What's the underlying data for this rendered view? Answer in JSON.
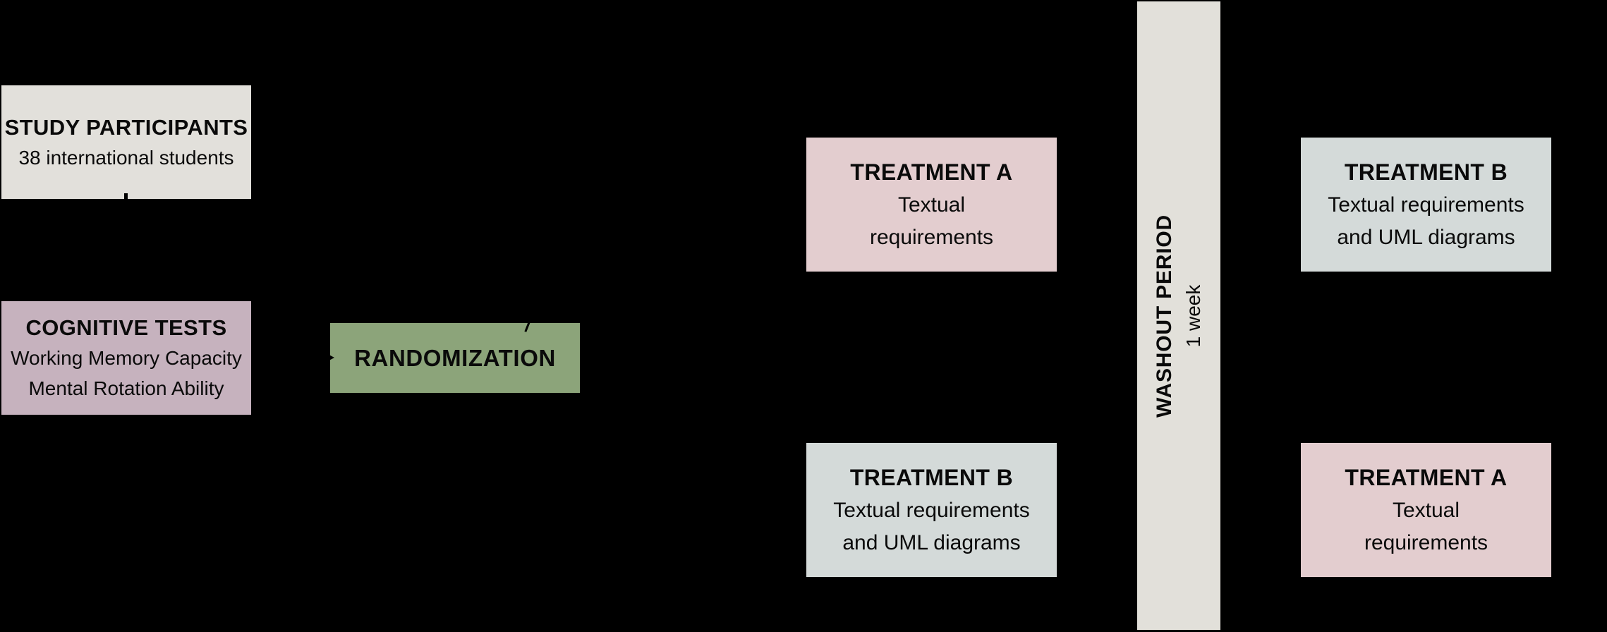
{
  "canvas": {
    "background": "#000000",
    "text_color": "#0a0a0a"
  },
  "diagram": {
    "description": "Crossover study design flow",
    "nodes": [
      {
        "id": "study-participants",
        "title": "STUDY PARTICIPANTS",
        "lines": [
          "38 international students"
        ],
        "bg": "#e2e0db"
      },
      {
        "id": "cognitive-tests",
        "title": "COGNITIVE TESTS",
        "lines": [
          "Working Memory Capacity",
          "Mental Rotation Ability"
        ],
        "bg": "#c6b2be"
      },
      {
        "id": "randomization",
        "title": "RANDOMIZATION",
        "lines": [],
        "bg": "#8ca47a"
      },
      {
        "id": "treatment-a-period1",
        "title": "TREATMENT A",
        "lines": [
          "Textual",
          "requirements"
        ],
        "bg": "#e3cdcf"
      },
      {
        "id": "treatment-b-period1",
        "title": "TREATMENT B",
        "lines": [
          "Textual requirements",
          "and UML diagrams"
        ],
        "bg": "#d4dad9"
      },
      {
        "id": "washout-period",
        "title": "WASHOUT PERIOD",
        "subtitle": "1 week",
        "bg": "#e2e0da"
      },
      {
        "id": "treatment-b-period2",
        "title": "TREATMENT B",
        "lines": [
          "Textual requirements",
          "and UML diagrams"
        ],
        "bg": "#d4dad9"
      },
      {
        "id": "treatment-a-period2",
        "title": "TREATMENT A",
        "lines": [
          "Textual",
          "requirements"
        ],
        "bg": "#e3cdcf"
      }
    ]
  }
}
